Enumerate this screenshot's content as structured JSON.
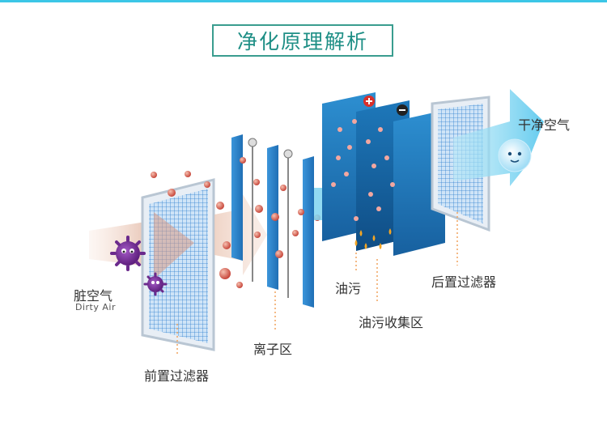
{
  "title": "净化原理解析",
  "labels": {
    "dirty_air": "脏空气",
    "dirty_air_en": "Dirty Air",
    "pre_filter": "前置过滤器",
    "ion_zone": "离子区",
    "oil": "油污",
    "oil_collection": "油污收集区",
    "post_filter": "后置过滤器",
    "clean_air": "干净空气"
  },
  "colors": {
    "title": "#1f8f86",
    "filter_mesh": "#2f7fd0",
    "plate_dark": "#155a93",
    "plate_mid": "#2a86c8",
    "arrow_in": "#d9a38c",
    "arrow_out": "#6dd0ef",
    "germ": "#7b2f9b",
    "particle": "#d9534f",
    "droplet": "#f5a623",
    "positive": "#d9302b",
    "negative": "#222222"
  },
  "icons": {
    "positive": "plus-circle",
    "negative": "minus-circle"
  }
}
